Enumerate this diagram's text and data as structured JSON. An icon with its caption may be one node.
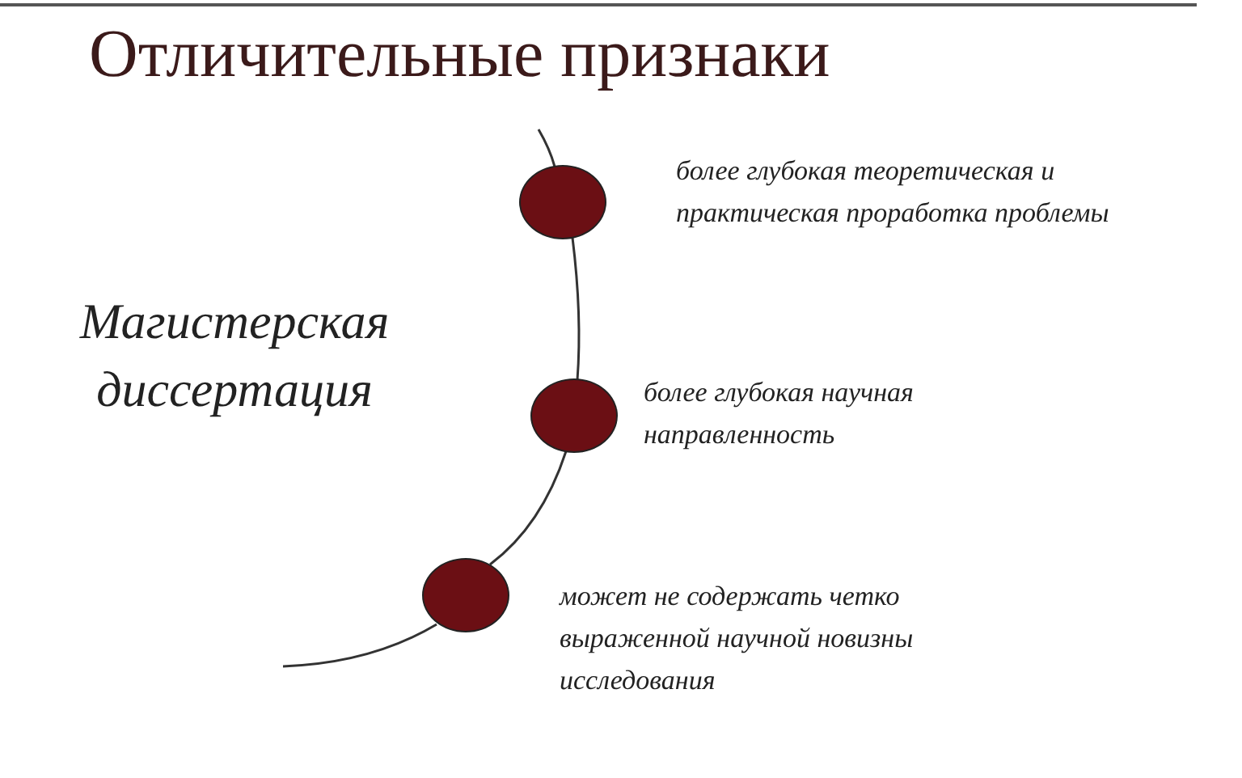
{
  "diagram": {
    "title": "Отличительные признаки",
    "nodes": [
      {
        "text": [],
        "shape": "circle",
        "beside": [
          "более глубокая теоретическая и практическая проработка проблемы"
        ]
      },
      {
        "text": [],
        "shape": "circle",
        "beside": [
          "более глубокая научная направленность"
        ]
      },
      {
        "text": [],
        "shape": "circle",
        "beside": [
          "может не содержать четко выраженной научной новизны исследования"
        ]
      }
    ],
    "edges": [
      {
        "from": null,
        "to": 0,
        "arrow": "none"
      },
      {
        "from": 0,
        "to": 1,
        "arrow": "none"
      },
      {
        "from": 1,
        "to": 2,
        "arrow": "none"
      },
      {
        "from": 2,
        "to": null,
        "arrow": "none"
      }
    ],
    "labels": [
      "Магистерская диссертация"
    ]
  }
}
